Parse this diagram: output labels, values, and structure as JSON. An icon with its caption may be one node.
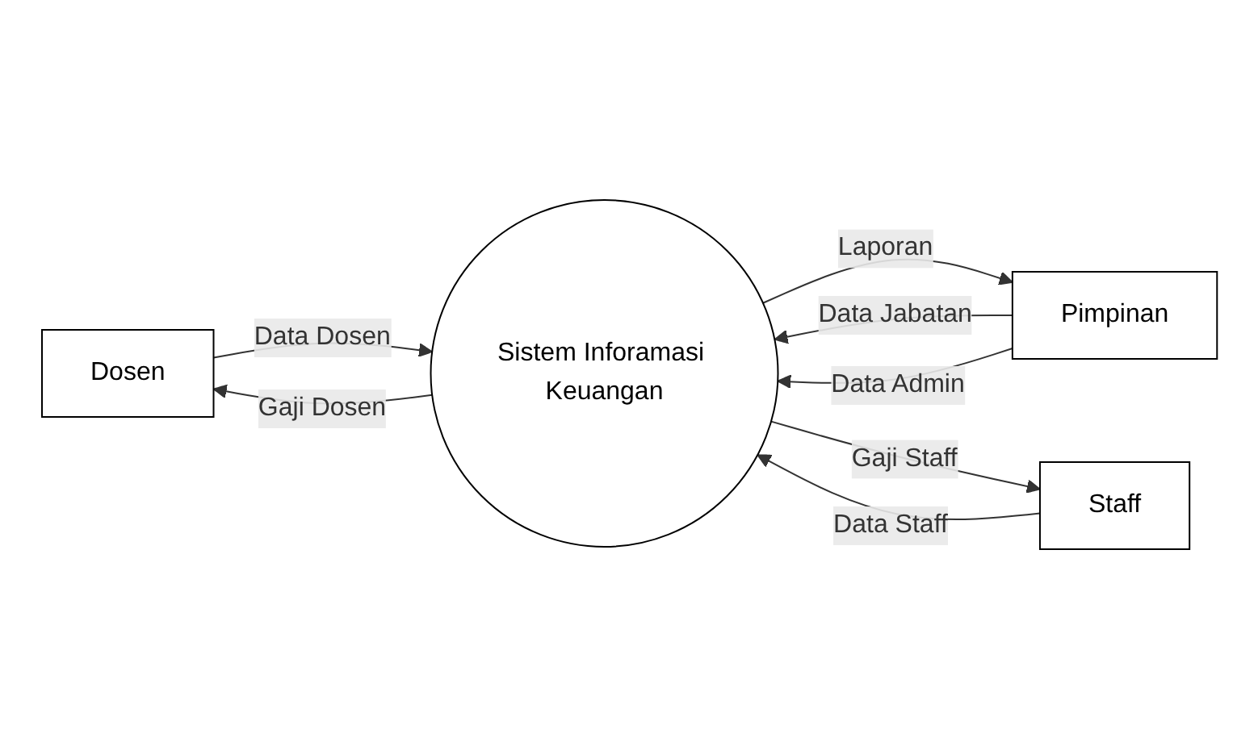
{
  "diagram": {
    "nodes": [
      {
        "text": [
          "Dosen"
        ]
      },
      {
        "text": [
          "Sistem Inforamasi Keuangan"
        ]
      },
      {
        "text": [
          "Pimpinan"
        ]
      },
      {
        "text": [
          "Staff"
        ]
      }
    ],
    "edges": [
      {
        "from": 0,
        "to": 1,
        "arrow": "to",
        "label": "Data Dosen"
      },
      {
        "from": 1,
        "to": 0,
        "arrow": "to",
        "label": "Gaji Dosen"
      },
      {
        "from": 2,
        "to": 1,
        "arrow": "to",
        "label": "Data Jabatan"
      },
      {
        "from": 2,
        "to": 1,
        "arrow": "to",
        "label": "Data Admin"
      },
      {
        "from": 1,
        "to": 2,
        "arrow": "to",
        "label": "Laporan"
      },
      {
        "from": 1,
        "to": 3,
        "arrow": "to",
        "label": "Gaji Staff"
      },
      {
        "from": 3,
        "to": 1,
        "arrow": "to",
        "label": "Data Staff"
      }
    ]
  }
}
